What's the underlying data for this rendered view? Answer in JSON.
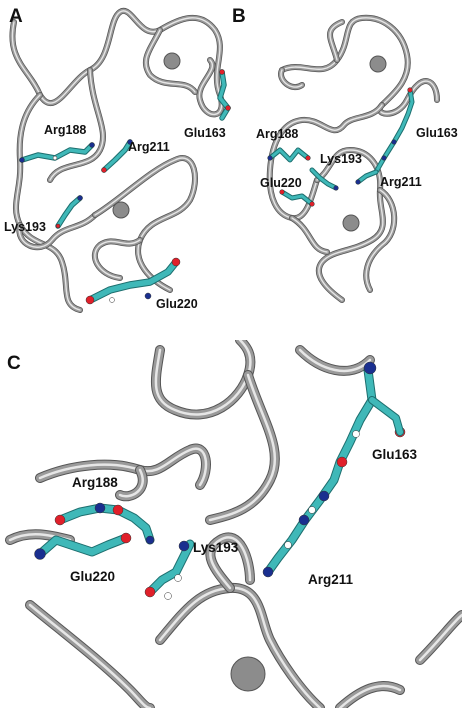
{
  "figure": {
    "panels": [
      {
        "id": "A",
        "letter": "A",
        "labels": [
          "Arg188",
          "Glu163",
          "Arg211",
          "Lys193",
          "Glu220"
        ]
      },
      {
        "id": "B",
        "letter": "B",
        "labels": [
          "Arg188",
          "Glu163",
          "Lys193",
          "Glu220",
          "Arg211"
        ]
      },
      {
        "id": "C",
        "letter": "C",
        "labels": [
          "Glu163",
          "Arg188",
          "Lys193",
          "Glu220",
          "Arg211"
        ]
      }
    ],
    "colors": {
      "ribbon": "#9a9a9a",
      "ribbon_highlight": "#e6e6e6",
      "carbon": "#3fb8b8",
      "nitrogen": "#1a2f8f",
      "oxygen": "#e0202a",
      "hydrogen": "#ffffff",
      "sphere": "#8c8c8c"
    }
  }
}
